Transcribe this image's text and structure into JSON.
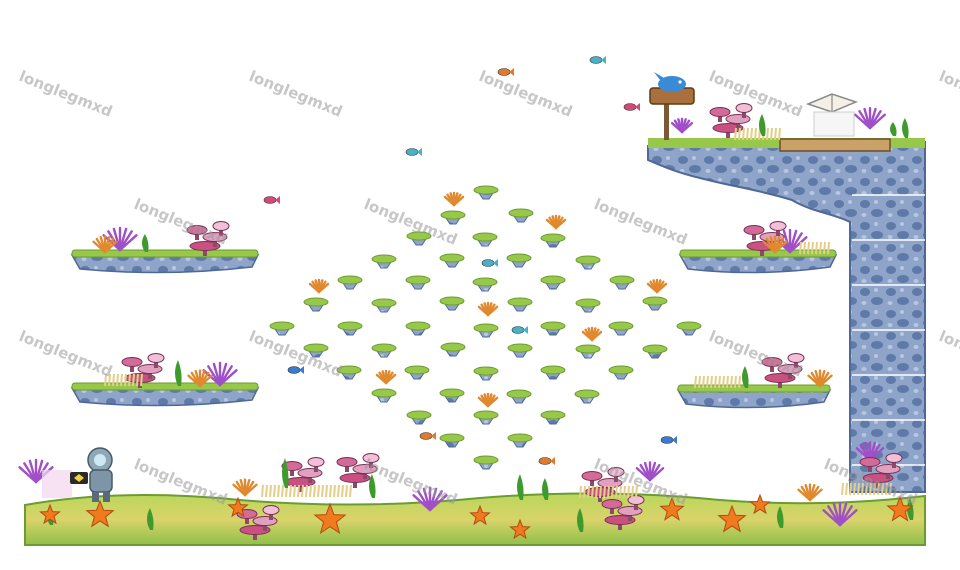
{
  "watermark": {
    "text": "longlegmxd",
    "color": "#9a9a9a"
  },
  "map": {
    "background": "#ffffff",
    "rock_color": "#8fa4c9",
    "rock_dark": "#5f7aa8",
    "grass_color": "#97c84a",
    "sand_color": "#e6d56a",
    "coral_purple": "#a04fc8",
    "coral_pink": "#c9507f",
    "coral_orange": "#e0892e",
    "starfish_color": "#f07a1e",
    "kelp_color": "#3f9a2e",
    "fish_colors": [
      "#4ab0c8",
      "#e07a2e",
      "#d04a7a",
      "#3a7ad0"
    ]
  },
  "sprites": {
    "npc": "diver-robot-npc",
    "signpost": "dolphin-signpost",
    "book": "open-book"
  }
}
